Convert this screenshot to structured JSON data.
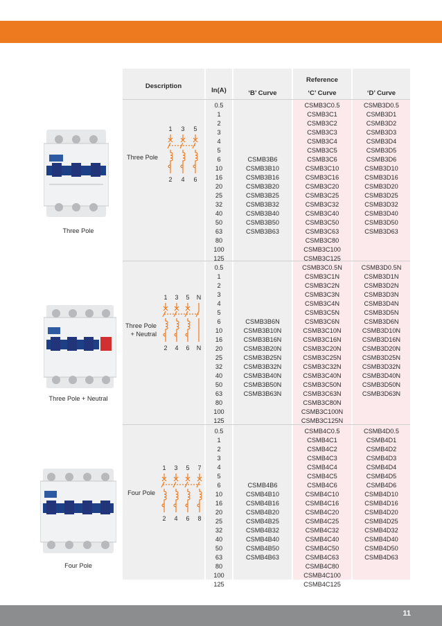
{
  "header": {
    "description": "Description",
    "in_a": "In(A)",
    "reference": "Reference",
    "b_curve": "‘B’ Curve",
    "c_curve": "‘C’ Curve",
    "d_curve": "‘D’ Curve"
  },
  "colors": {
    "accent": "#ee7a20",
    "footer": "#8c8d8f",
    "pink": "#fbe9ec",
    "grey": "#efefef"
  },
  "page_number": "11",
  "sections": [
    {
      "photo_label": "Three Pole",
      "label": "Three Pole",
      "terminals_top": [
        "1",
        "3",
        "5"
      ],
      "terminals_bottom": [
        "2",
        "4",
        "6"
      ],
      "ratings": [
        "0.5",
        "1",
        "2",
        "3",
        "4",
        "5",
        "6",
        "10",
        "16",
        "20",
        "25",
        "32",
        "40",
        "50",
        "63",
        "80",
        "100",
        "125"
      ],
      "b": [
        "",
        "",
        "",
        "",
        "",
        "",
        "CSMB3B6",
        "CSMB3B10",
        "CSMB3B16",
        "CSMB3B20",
        "CSMB3B25",
        "CSMB3B32",
        "CSMB3B40",
        "CSMB3B50",
        "CSMB3B63",
        "",
        "",
        ""
      ],
      "c": [
        "CSMB3C0.5",
        "CSMB3C1",
        "CSMB3C2",
        "CSMB3C3",
        "CSMB3C4",
        "CSMB3C5",
        "CSMB3C6",
        "CSMB3C10",
        "CSMB3C16",
        "CSMB3C20",
        "CSMB3C25",
        "CSMB3C32",
        "CSMB3C40",
        "CSMB3C50",
        "CSMB3C63",
        "CSMB3C80",
        "CSMB3C100",
        "CSMB3C125"
      ],
      "d": [
        "CSMB3D0.5",
        "CSMB3D1",
        "CSMB3D2",
        "CSMB3D3",
        "CSMB3D4",
        "CSMB3D5",
        "CSMB3D6",
        "CSMB3D10",
        "CSMB3D16",
        "CSMB3D20",
        "CSMB3D25",
        "CSMB3D32",
        "CSMB3D40",
        "CSMB3D50",
        "CSMB3D63",
        "",
        "",
        ""
      ]
    },
    {
      "photo_label": "Three Pole + Neutral",
      "label": "Three Pole\n+ Neutral",
      "terminals_top": [
        "1",
        "3",
        "5",
        "N"
      ],
      "terminals_bottom": [
        "2",
        "4",
        "6",
        "N"
      ],
      "ratings": [
        "0.5",
        "1",
        "2",
        "3",
        "4",
        "5",
        "6",
        "10",
        "16",
        "20",
        "25",
        "32",
        "40",
        "50",
        "63",
        "80",
        "100",
        "125"
      ],
      "b": [
        "",
        "",
        "",
        "",
        "",
        "",
        "CSMB3B6N",
        "CSMB3B10N",
        "CSMB3B16N",
        "CSMB3B20N",
        "CSMB3B25N",
        "CSMB3B32N",
        "CSMB3B40N",
        "CSMB3B50N",
        "CSMB3B63N",
        "",
        "",
        ""
      ],
      "c": [
        "CSMB3C0.5N",
        "CSMB3C1N",
        "CSMB3C2N",
        "CSMB3C3N",
        "CSMB3C4N",
        "CSMB3C5N",
        "CSMB3C6N",
        "CSMB3C10N",
        "CSMB3C16N",
        "CSMB3C20N",
        "CSMB3C25N",
        "CSMB3C32N",
        "CSMB3C40N",
        "CSMB3C50N",
        "CSMB3C63N",
        "CSMB3C80N",
        "CSMB3C100N",
        "CSMB3C125N"
      ],
      "d": [
        "CSMB3D0.5N",
        "CSMB3D1N",
        "CSMB3D2N",
        "CSMB3D3N",
        "CSMB3D4N",
        "CSMB3D5N",
        "CSMB3D6N",
        "CSMB3D10N",
        "CSMB3D16N",
        "CSMB3D20N",
        "CSMB3D25N",
        "CSMB3D32N",
        "CSMB3D40N",
        "CSMB3D50N",
        "CSMB3D63N",
        "",
        "",
        ""
      ]
    },
    {
      "photo_label": "Four Pole",
      "label": "Four Pole",
      "terminals_top": [
        "1",
        "3",
        "5",
        "7"
      ],
      "terminals_bottom": [
        "2",
        "4",
        "6",
        "8"
      ],
      "ratings": [
        "0.5",
        "1",
        "2",
        "3",
        "4",
        "5",
        "6",
        "10",
        "16",
        "20",
        "25",
        "32",
        "40",
        "50",
        "63",
        "80",
        "100",
        "125"
      ],
      "b": [
        "",
        "",
        "",
        "",
        "",
        "",
        "CSMB4B6",
        "CSMB4B10",
        "CSMB4B16",
        "CSMB4B20",
        "CSMB4B25",
        "CSMB4B32",
        "CSMB4B40",
        "CSMB4B50",
        "CSMB4B63",
        "",
        "",
        ""
      ],
      "c": [
        "CSMB4C0.5",
        "CSMB4C1",
        "CSMB4C2",
        "CSMB4C3",
        "CSMB4C4",
        "CSMB4C5",
        "CSMB4C6",
        "CSMB4C10",
        "CSMB4C16",
        "CSMB4C20",
        "CSMB4C25",
        "CSMB4C32",
        "CSMB4C40",
        "CSMB4C50",
        "CSMB4C63",
        "CSMB4C80",
        "CSMB4C100",
        "CSMB4C125"
      ],
      "d": [
        "CSMB4D0.5",
        "CSMB4D1",
        "CSMB4D2",
        "CSMB4D3",
        "CSMB4D4",
        "CSMB4D5",
        "CSMB4D6",
        "CSMB4D10",
        "CSMB4D16",
        "CSMB4D20",
        "CSMB4D25",
        "CSMB4D32",
        "CSMB4D40",
        "CSMB4D50",
        "CSMB4D63",
        "",
        "",
        ""
      ]
    }
  ]
}
